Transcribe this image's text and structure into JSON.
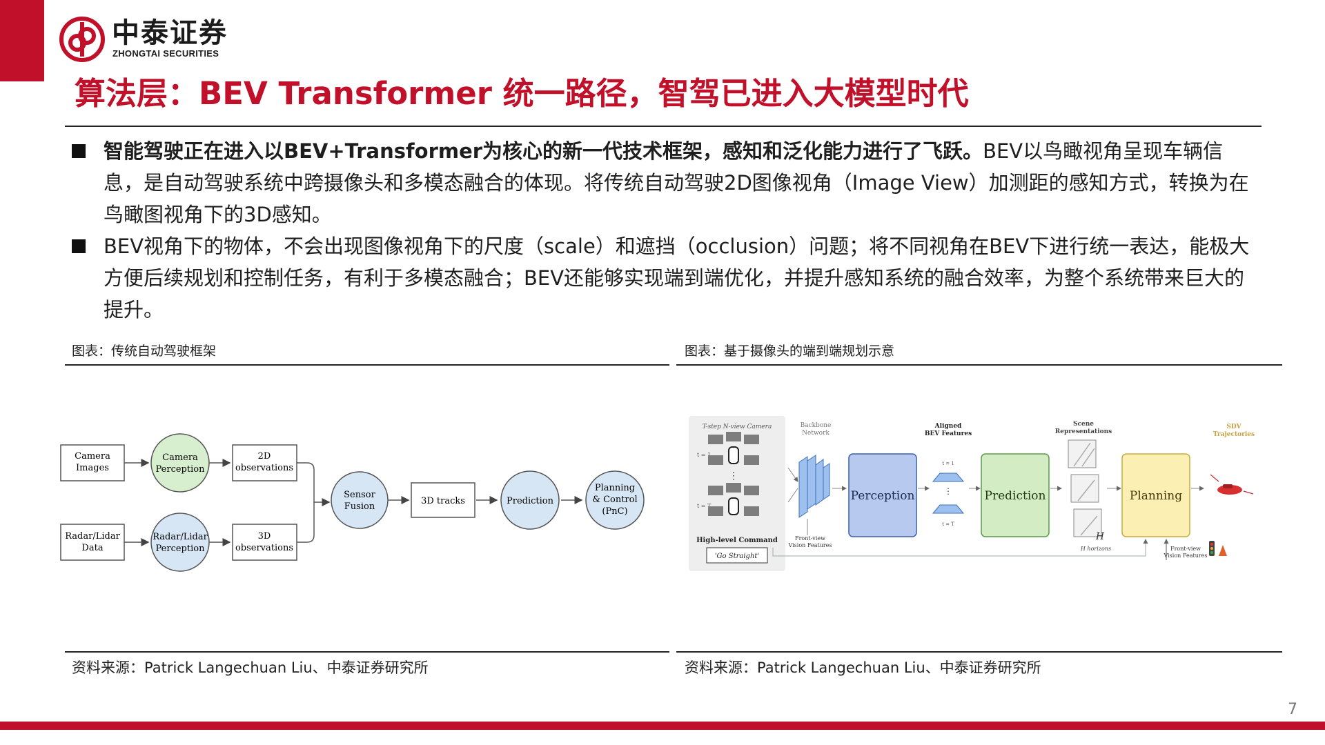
{
  "logo": {
    "cn": "中泰证券",
    "en": "ZHONGTAI SECURITIES"
  },
  "title": "算法层：BEV Transformer 统一路径，智驾已进入大模型时代",
  "bullets": [
    {
      "bold": "智能驾驶正在进入以BEV+Transformer为核心的新一代技术框架，感知和泛化能力进行了飞跃。",
      "rest": "BEV以鸟瞰视角呈现车辆信息，是自动驾驶系统中跨摄像头和多模态融合的体现。将传统自动驾驶2D图像视角（Image View）加测距的感知方式，转换为在鸟瞰图视角下的3D感知。"
    },
    {
      "bold": "",
      "rest": "BEV视角下的物体，不会出现图像视角下的尺度（scale）和遮挡（occlusion）问题；将不同视角在BEV下进行统一表达，能极大方便后续规划和控制任务，有利于多模态融合；BEV还能够实现端到端优化，并提升感知系统的融合效率，为整个系统带来巨大的提升。"
    }
  ],
  "left_figure": {
    "caption": "图表：传统自动驾驶框架",
    "source": "资料来源：Patrick Langechuan Liu、中泰证券研究所",
    "nodes": {
      "camera_images": [
        "Camera",
        "Images"
      ],
      "camera_perception": [
        "Camera",
        "Perception"
      ],
      "obs_2d": [
        "2D",
        "observations"
      ],
      "radar_lidar_data": [
        "Radar/Lidar",
        "Data"
      ],
      "radar_lidar_perception": [
        "Radar/Lidar",
        "Perception"
      ],
      "obs_3d": [
        "3D",
        "observations"
      ],
      "sensor_fusion": [
        "Sensor",
        "Fusion"
      ],
      "tracks_3d": [
        "3D tracks"
      ],
      "prediction": [
        "Prediction"
      ],
      "planning": [
        "Planning",
        "& Control",
        "(PnC)"
      ]
    },
    "colors": {
      "green": "#d8efcf",
      "blue": "#d6e6f4"
    }
  },
  "right_figure": {
    "caption": "图表：基于摄像头的端到端规划示意",
    "source": "资料来源：Patrick Langechuan Liu、中泰证券研究所",
    "labels": {
      "camera": "T-step N-view Camera",
      "t1": "t = 1",
      "tT": "t = T",
      "command_title": "High-level Command",
      "command": "'Go Straight'",
      "backbone": [
        "Backbone",
        "Network"
      ],
      "front_view": [
        "Front-view",
        "Vision Features"
      ],
      "aligned": [
        "Aligned",
        "BEV Features"
      ],
      "perception": "Perception",
      "prediction": "Prediction",
      "planning": "Planning",
      "scene": [
        "Scene",
        "Representations"
      ],
      "horizons": "H horizons",
      "sdv": [
        "SDV",
        "Trajectories"
      ],
      "front_view2": [
        "Front-view",
        "Vision Features"
      ],
      "bev_t1": "t = 1",
      "bev_tT": "t = T",
      "H": "H"
    },
    "colors": {
      "perception": "#b7c9ee",
      "prediction": "#d4ecc4",
      "planning": "#fbefb4"
    }
  },
  "page_number": "7"
}
